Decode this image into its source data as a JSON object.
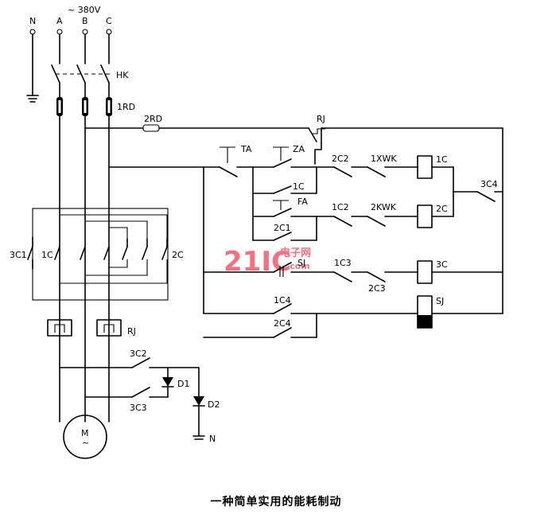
{
  "caption": "一种简单实用的能耗制动",
  "supply": {
    "voltage": "~ 380V",
    "phases": [
      "N",
      "A",
      "B",
      "C"
    ]
  },
  "labels": {
    "hk": "HK",
    "rd1": "1RD",
    "rd2": "2RD",
    "rj": "RJ",
    "rj_heater": "RJ",
    "ta": "TA",
    "za": "ZA",
    "fa": "FA",
    "c2_2": "2C2",
    "xwk1": "1XWK",
    "coil_1c": "1C",
    "c1_1": "1C",
    "c1_2": "1C2",
    "xwk2": "2KWK",
    "coil_2c": "2C",
    "c2_1": "2C1",
    "c3_4": "3C4",
    "sj_contact": "SJ",
    "c1_3": "1C3",
    "c2_3": "2C3",
    "coil_3c": "3C",
    "c1_4": "1C4",
    "coil_sj": "SJ",
    "c2_4": "2C4",
    "c3_1": "3C1",
    "main_1c": "1C",
    "main_2c": "2C",
    "c3_2": "3C2",
    "c3_3": "3C3",
    "d1": "D1",
    "d2": "D2",
    "n_bottom": "N",
    "motor": "M",
    "motor_sym": "~"
  },
  "watermark": {
    "main": "21IC",
    "sub": "电子网",
    "sub2": ".com"
  },
  "colors": {
    "line": "#000000",
    "watermark": "#f05a6a"
  }
}
